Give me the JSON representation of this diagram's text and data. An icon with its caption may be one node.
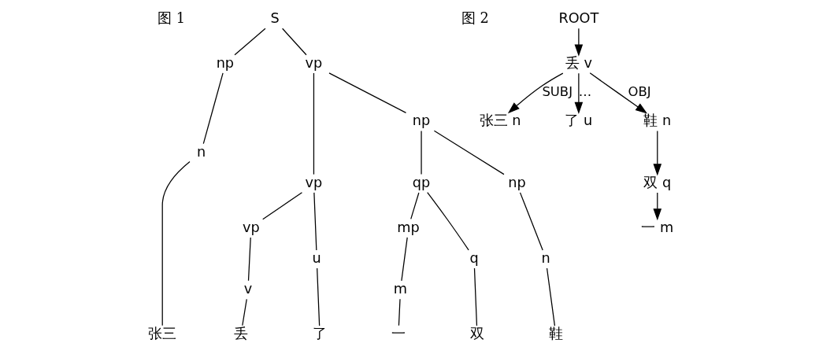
{
  "diagram": {
    "nodes": [
      {
        "text": [
          "S"
        ]
      },
      {
        "text": [
          "np"
        ]
      },
      {
        "text": [
          "vp"
        ]
      },
      {
        "text": [
          "n"
        ]
      },
      {
        "text": [
          "vp"
        ]
      },
      {
        "text": [
          "np"
        ]
      },
      {
        "text": [
          "vp"
        ]
      },
      {
        "text": [
          "u"
        ]
      },
      {
        "text": [
          "qp"
        ]
      },
      {
        "text": [
          "np"
        ]
      },
      {
        "text": [
          "v"
        ]
      },
      {
        "text": [
          "mp"
        ]
      },
      {
        "text": [
          "q"
        ]
      },
      {
        "text": [
          "n"
        ]
      },
      {
        "text": [
          "m"
        ]
      },
      {
        "text": [
          "张三"
        ]
      },
      {
        "text": [
          "丢"
        ]
      },
      {
        "text": [
          "了"
        ]
      },
      {
        "text": [
          "一"
        ]
      },
      {
        "text": [
          "双"
        ]
      },
      {
        "text": [
          "鞋"
        ]
      },
      {
        "text": [
          "ROOT"
        ]
      },
      {
        "text": [
          "丢 v"
        ]
      },
      {
        "text": [
          "张三 n"
        ]
      },
      {
        "text": [
          "了 u"
        ]
      },
      {
        "text": [
          "鞋 n"
        ]
      },
      {
        "text": [
          "双 q"
        ]
      },
      {
        "text": [
          "一 m"
        ]
      }
    ],
    "edges": [
      {
        "from": 0,
        "to": 1,
        "arrow": "none"
      },
      {
        "from": 0,
        "to": 2,
        "arrow": "none"
      },
      {
        "from": 1,
        "to": 3,
        "arrow": "none"
      },
      {
        "from": 2,
        "to": 4,
        "arrow": "none"
      },
      {
        "from": 2,
        "to": 5,
        "arrow": "none"
      },
      {
        "from": 3,
        "to": 15,
        "arrow": "none"
      },
      {
        "from": 4,
        "to": 6,
        "arrow": "none"
      },
      {
        "from": 4,
        "to": 7,
        "arrow": "none"
      },
      {
        "from": 5,
        "to": 8,
        "arrow": "none"
      },
      {
        "from": 5,
        "to": 9,
        "arrow": "none"
      },
      {
        "from": 6,
        "to": 10,
        "arrow": "none"
      },
      {
        "from": 7,
        "to": 17,
        "arrow": "none"
      },
      {
        "from": 8,
        "to": 11,
        "arrow": "none"
      },
      {
        "from": 8,
        "to": 12,
        "arrow": "none"
      },
      {
        "from": 9,
        "to": 13,
        "arrow": "none"
      },
      {
        "from": 10,
        "to": 16,
        "arrow": "none"
      },
      {
        "from": 11,
        "to": 14,
        "arrow": "none"
      },
      {
        "from": 12,
        "to": 19,
        "arrow": "none"
      },
      {
        "from": 13,
        "to": 20,
        "arrow": "none"
      },
      {
        "from": 14,
        "to": 18,
        "arrow": "none"
      },
      {
        "from": 21,
        "to": 22,
        "arrow": "to"
      },
      {
        "from": 22,
        "to": 23,
        "arrow": "to",
        "label": "SUBJ"
      },
      {
        "from": 22,
        "to": 24,
        "arrow": "to",
        "label": "…"
      },
      {
        "from": 22,
        "to": 25,
        "arrow": "to",
        "label": "OBJ"
      },
      {
        "from": 25,
        "to": 26,
        "arrow": "to"
      },
      {
        "from": 26,
        "to": 27,
        "arrow": "to"
      }
    ],
    "labels": [
      "图 1",
      "图 2"
    ]
  }
}
